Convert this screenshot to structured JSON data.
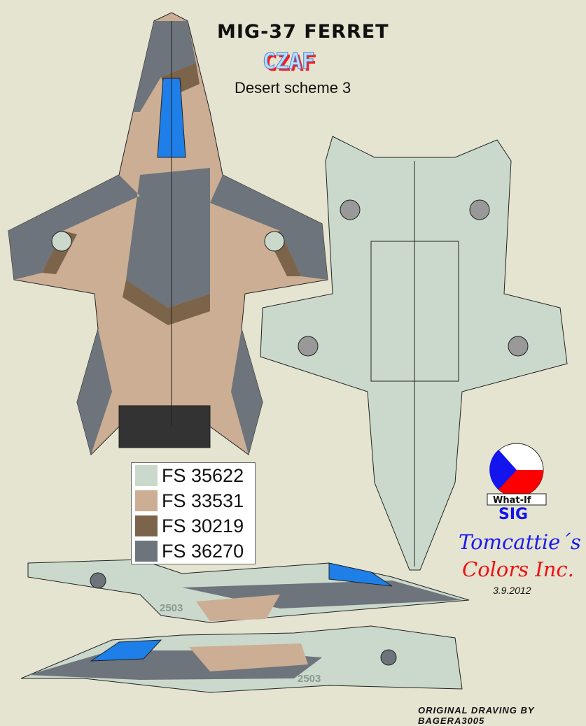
{
  "header": {
    "title": "MIG-37 FERRET",
    "air_force": "CZAF",
    "scheme": "Desert scheme 3"
  },
  "legend": [
    {
      "label": "FS 35622",
      "color": "#cbd9cc"
    },
    {
      "label": "FS 33531",
      "color": "#cbae94"
    },
    {
      "label": "FS 30219",
      "color": "#7c644b"
    },
    {
      "label": "FS 36270",
      "color": "#6e747b"
    }
  ],
  "aircraft": {
    "serial": "2503",
    "canopy_color": "#1e7fe8"
  },
  "logo": {
    "banner": "What-If",
    "sig": "SIG"
  },
  "credits": {
    "line1": "Tomcattie´s",
    "line2": "Colors Inc.",
    "date": "3.9.2012",
    "original": "ORIGINAL DRAVING BY BAGERA3005"
  }
}
